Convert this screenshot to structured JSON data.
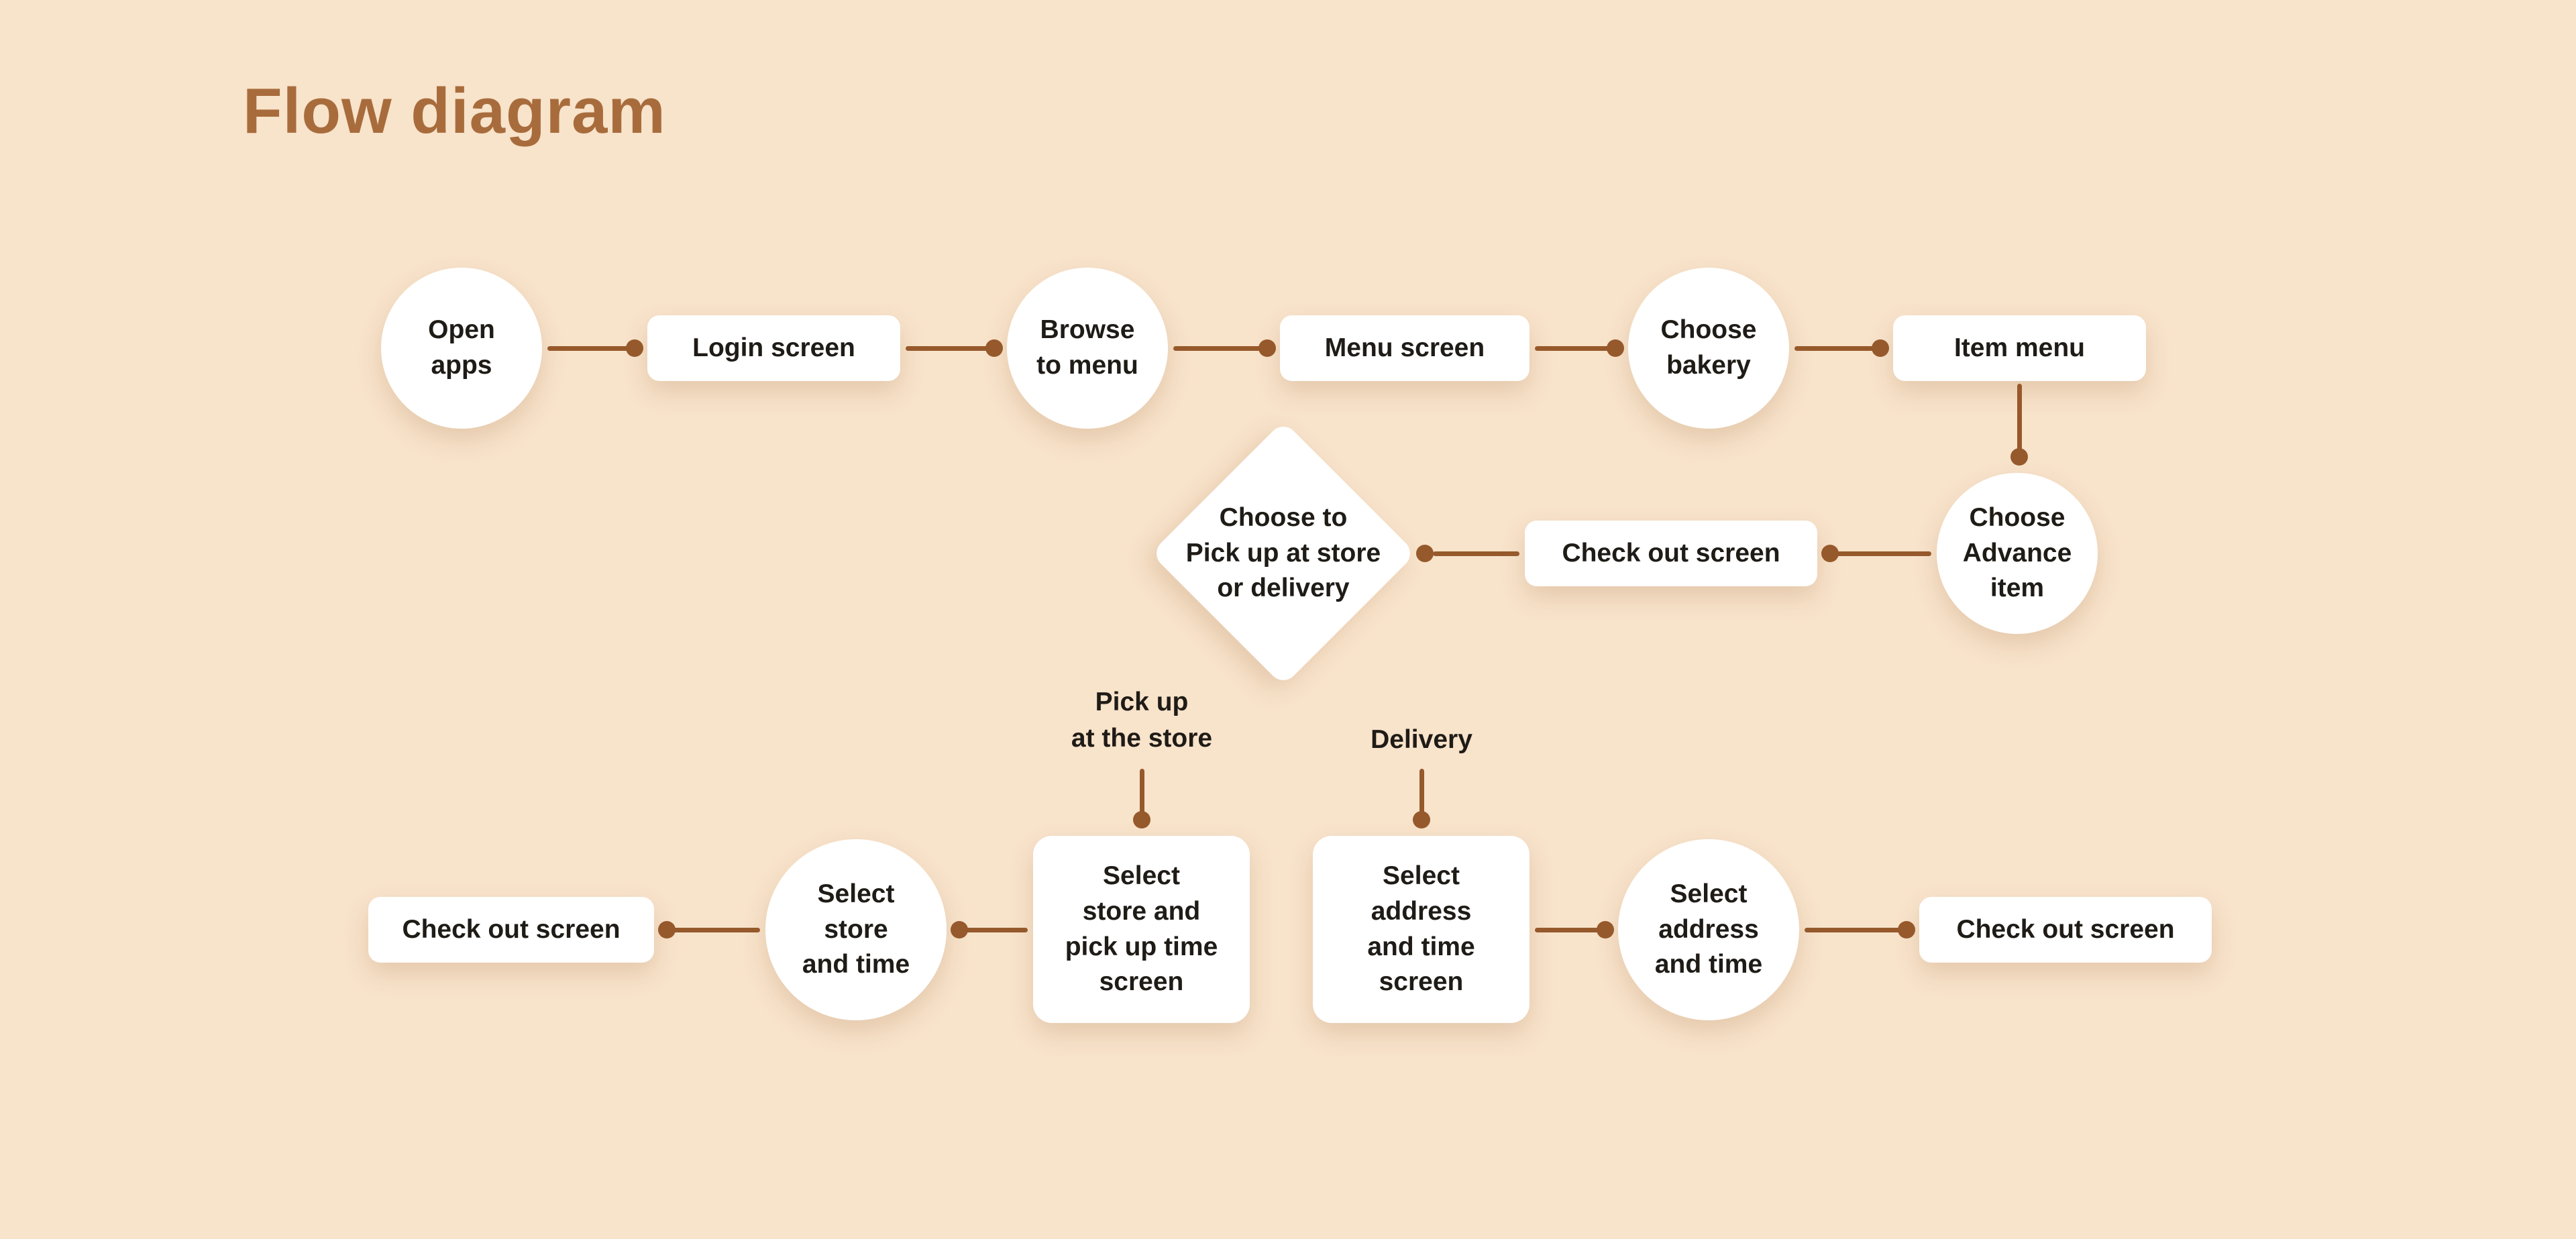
{
  "page": {
    "title": "Flow diagram"
  },
  "colors": {
    "background": "#f8e3cb",
    "accent": "#a86c3c",
    "connector": "#96592b",
    "node_bg": "#ffffff",
    "node_text": "#1f1b16"
  },
  "nodes": {
    "open_apps": {
      "label": "Open\napps",
      "shape": "circle"
    },
    "login_screen": {
      "label": "Login screen",
      "shape": "rect"
    },
    "browse_to_menu": {
      "label": "Browse\nto menu",
      "shape": "circle"
    },
    "menu_screen": {
      "label": "Menu screen",
      "shape": "rect"
    },
    "choose_bakery": {
      "label": "Choose\nbakery",
      "shape": "circle"
    },
    "item_menu": {
      "label": "Item menu",
      "shape": "rect"
    },
    "choose_advance_item": {
      "label": "Choose\nAdvance\nitem",
      "shape": "circle"
    },
    "checkout_screen_mid": {
      "label": "Check out screen",
      "shape": "rect"
    },
    "pickup_or_delivery": {
      "label": "Choose to\nPick up at store\nor delivery",
      "shape": "diamond"
    },
    "pickup_branch_label": {
      "label": "Pick up\nat the store",
      "shape": "text"
    },
    "delivery_branch_label": {
      "label": "Delivery",
      "shape": "text"
    },
    "checkout_screen_left": {
      "label": "Check out screen",
      "shape": "rect"
    },
    "select_store_time": {
      "label": "Select\nstore\nand time",
      "shape": "circle"
    },
    "select_store_screen": {
      "label": "Select\nstore and\npick up time\nscreen",
      "shape": "square"
    },
    "select_address_screen": {
      "label": "Select\naddress\nand time\nscreen",
      "shape": "square"
    },
    "select_address_time": {
      "label": "Select\naddress\nand time",
      "shape": "circle"
    },
    "checkout_screen_right": {
      "label": "Check out screen",
      "shape": "rect"
    }
  }
}
